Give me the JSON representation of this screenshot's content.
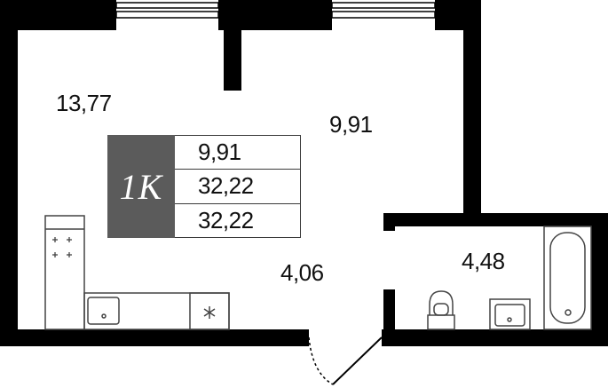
{
  "plan": {
    "type": "1K",
    "summary": [
      "9,91",
      "32,22",
      "32,22"
    ],
    "rooms": {
      "living": "13,77",
      "bedroom": "9,91",
      "hall": "4,06",
      "bathroom": "4,48"
    },
    "icons": {
      "stove": "stove-burners-icon",
      "sink": "sink-icon",
      "appliance": "asterisk-icon",
      "toilet": "toilet-icon",
      "washbasin": "washbasin-icon",
      "bathtub": "bathtub-icon",
      "door": "door-swing-icon"
    },
    "colors": {
      "walls": "#000000",
      "badge": "#5b5b5b",
      "fixtures": "#444444"
    }
  }
}
